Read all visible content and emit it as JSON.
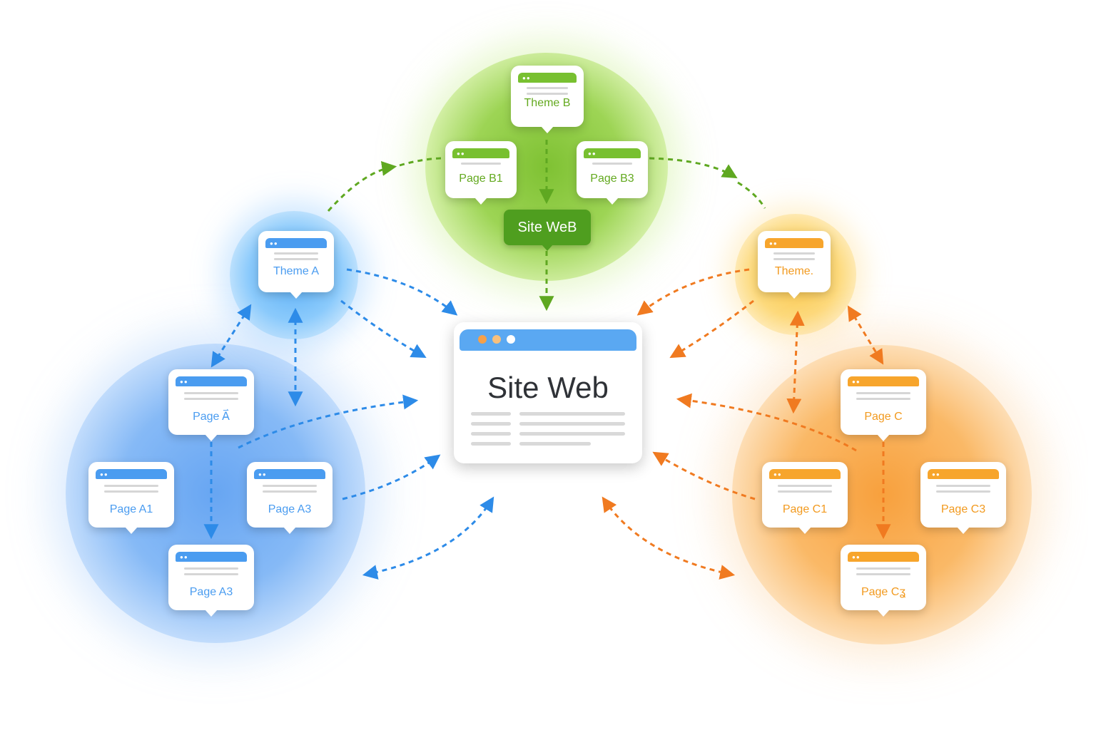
{
  "diagram": {
    "center": {
      "title": "Site Web"
    },
    "green_cluster": {
      "theme": "Theme B",
      "pages": [
        "Page B1",
        "Page B3"
      ],
      "site_button": "Site WeB"
    },
    "blue_cluster": {
      "theme": "Theme A",
      "pages": [
        "Page A⃑",
        "Page A1",
        "Page A3",
        "Page A3"
      ]
    },
    "orange_cluster": {
      "theme": "Theme.",
      "pages": [
        "Page C",
        "Page C1",
        "Page C3",
        "Page Cʓ"
      ]
    }
  },
  "colors": {
    "blue": "#4a9cf0",
    "green": "#78c030",
    "orange": "#f7a52c",
    "arrow_blue": "#2d8be8",
    "arrow_green": "#5fa821",
    "arrow_orange": "#f07a20"
  }
}
